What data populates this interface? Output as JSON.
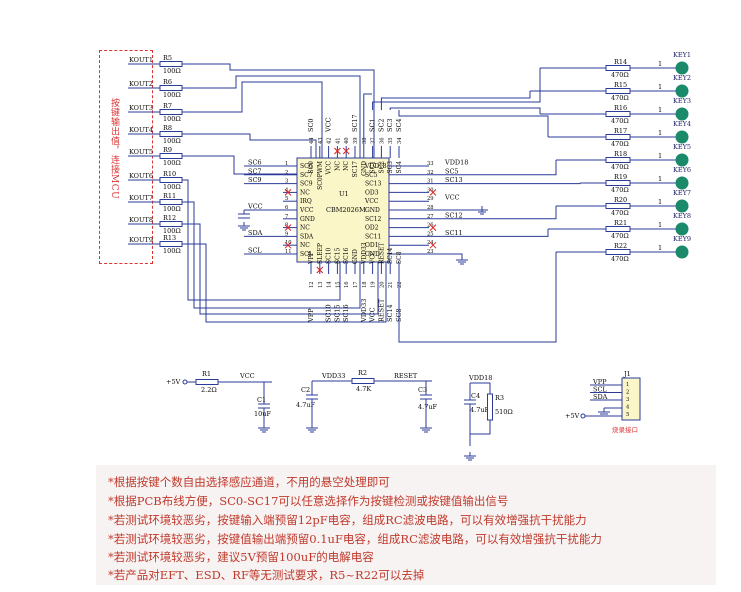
{
  "mcu_note": "按键输出值，连接MCU",
  "kout_labels": [
    "KOUT1",
    "KOUT2",
    "KOUT3",
    "KOUT4",
    "KOUT5",
    "KOUT6",
    "KOUT7",
    "KOUT8",
    "KOUT9"
  ],
  "left_resistors": [
    {
      "ref": "R5",
      "val": "100Ω"
    },
    {
      "ref": "R6",
      "val": "100Ω"
    },
    {
      "ref": "R7",
      "val": "100Ω"
    },
    {
      "ref": "R8",
      "val": "100Ω"
    },
    {
      "ref": "R9",
      "val": "100Ω"
    },
    {
      "ref": "R10",
      "val": "100Ω"
    },
    {
      "ref": "R11",
      "val": "100Ω"
    },
    {
      "ref": "R12",
      "val": "100Ω"
    },
    {
      "ref": "R13",
      "val": "100Ω"
    }
  ],
  "right_resistors": [
    {
      "ref": "R14",
      "val": "470Ω"
    },
    {
      "ref": "R15",
      "val": "470Ω"
    },
    {
      "ref": "R16",
      "val": "470Ω"
    },
    {
      "ref": "R17",
      "val": "470Ω"
    },
    {
      "ref": "R18",
      "val": "470Ω"
    },
    {
      "ref": "R19",
      "val": "470Ω"
    },
    {
      "ref": "R20",
      "val": "470Ω"
    },
    {
      "ref": "R21",
      "val": "470Ω"
    },
    {
      "ref": "R22",
      "val": "470Ω"
    }
  ],
  "keys": [
    "KEY1",
    "KEY2",
    "KEY3",
    "KEY4",
    "KEY5",
    "KEY6",
    "KEY7",
    "KEY8",
    "KEY9"
  ],
  "key_pin": "1",
  "chip": {
    "ref": "U1",
    "part": "CBM2026M"
  },
  "chip_left_pins": [
    {
      "num": "1",
      "name": "SC6",
      "net": "SC6"
    },
    {
      "num": "2",
      "name": "SC7",
      "net": "SC7"
    },
    {
      "num": "3",
      "name": "SC9",
      "net": "SC9"
    },
    {
      "num": "4",
      "name": "NC",
      "net": ""
    },
    {
      "num": "5",
      "name": "IRQ",
      "net": ""
    },
    {
      "num": "6",
      "name": "VCC",
      "net": "VCC"
    },
    {
      "num": "7",
      "name": "GND",
      "net": ""
    },
    {
      "num": "8",
      "name": "NC",
      "net": ""
    },
    {
      "num": "9",
      "name": "SDA",
      "net": "SDA"
    },
    {
      "num": "10",
      "name": "NC",
      "net": ""
    },
    {
      "num": "11",
      "name": "SCL",
      "net": "SCL"
    }
  ],
  "chip_right_pins": [
    {
      "num": "33",
      "name": "VDD18",
      "net": "VDD18"
    },
    {
      "num": "32",
      "name": "SC5",
      "net": "SC5"
    },
    {
      "num": "31",
      "name": "SC13",
      "net": "SC13"
    },
    {
      "num": "30",
      "name": "OD3",
      "net": ""
    },
    {
      "num": "29",
      "name": "VCC",
      "net": "VCC"
    },
    {
      "num": "28",
      "name": "GND",
      "net": ""
    },
    {
      "num": "27",
      "name": "SC12",
      "net": "SC12"
    },
    {
      "num": "26",
      "name": "OD2",
      "net": ""
    },
    {
      "num": "25",
      "name": "SC11",
      "net": "SC11"
    },
    {
      "num": "24",
      "name": "OD1",
      "net": ""
    },
    {
      "num": "23",
      "name": "GND",
      "net": ""
    }
  ],
  "chip_top_pins": [
    {
      "num": "44",
      "name": "SC0",
      "net": "SC0"
    },
    {
      "num": "43",
      "name": "SC0PWM",
      "net": ""
    },
    {
      "num": "42",
      "name": "VCC",
      "net": "VCC"
    },
    {
      "num": "41",
      "name": "NC",
      "net": ""
    },
    {
      "num": "40",
      "name": "NC",
      "net": ""
    },
    {
      "num": "39",
      "name": "SC17",
      "net": "SC17"
    },
    {
      "num": "38",
      "name": "GND",
      "net": ""
    },
    {
      "num": "37",
      "name": "SC1",
      "net": "SC1"
    },
    {
      "num": "36",
      "name": "SC2",
      "net": "SC2"
    },
    {
      "num": "35",
      "name": "SC3",
      "net": "SC3"
    },
    {
      "num": "34",
      "name": "SC4",
      "net": "SC4"
    }
  ],
  "chip_bottom_pins": [
    {
      "num": "12",
      "name": "VPP",
      "net": "VPP"
    },
    {
      "num": "13",
      "name": "SLEEP",
      "net": ""
    },
    {
      "num": "14",
      "name": "SC10",
      "net": "SC10"
    },
    {
      "num": "15",
      "name": "SC15",
      "net": "SC15"
    },
    {
      "num": "16",
      "name": "SC16",
      "net": "SC16"
    },
    {
      "num": "17",
      "name": "GND",
      "net": ""
    },
    {
      "num": "18",
      "name": "VDD33",
      "net": "VDD33"
    },
    {
      "num": "19",
      "name": "VCC",
      "net": "VCC"
    },
    {
      "num": "20",
      "name": "RESET",
      "net": "RESET"
    },
    {
      "num": "21",
      "name": "SC14",
      "net": "SC14"
    },
    {
      "num": "22",
      "name": "SC8",
      "net": "SC8"
    }
  ],
  "power": {
    "r1_ref": "R1",
    "r1_val": "2.2Ω",
    "plus5v": "+5V",
    "vcc": "VCC",
    "c1_ref": "C1",
    "c1_val": "10uF",
    "vdd33": "VDD33",
    "r2_ref": "R2",
    "r2_val": "4.7K",
    "reset": "RESET",
    "c2_ref": "C2",
    "c2_val": "4.7uF",
    "c3_ref": "C3",
    "c3_val": "4.7uF",
    "vdd18": "VDD18",
    "c4_ref": "C4",
    "c4_val": "4.7uF",
    "r3_ref": "R3",
    "r3_val": "510Ω"
  },
  "connector": {
    "ref": "J1",
    "caption": "烧录接口",
    "plus5v": "+5V",
    "signals": [
      "VPP",
      "SCL",
      "SDA"
    ],
    "pins": [
      "1",
      "2",
      "3",
      "4",
      "5"
    ]
  },
  "notes": [
    "*根据按键个数自由选择感应通道，不用的悬空处理即可",
    "*根据PCB布线方便，SC0-SC17可以任意选择作为按键检测或按键值输出信号",
    "*若测试环境较恶劣，按键输入端预留12pF电容，组成RC滤波电路，可以有效增强抗干扰能力",
    "*若测试环境较恶劣，按键值输出端预留0.1uF电容，组成RC滤波电路，可以有效增强抗干扰能力",
    "*若测试环境较恶劣，建议5V预留100uF的电解电容",
    "*若产品对EFT、ESD、RF等无测试要求，R5~R22可以去掉"
  ],
  "colors": {
    "wire": "#2a3b9a",
    "key": "#1b8a6b",
    "note": "#c0392b",
    "nc_mark": "#dd2222",
    "chip_fill": "#fbf6c8"
  }
}
